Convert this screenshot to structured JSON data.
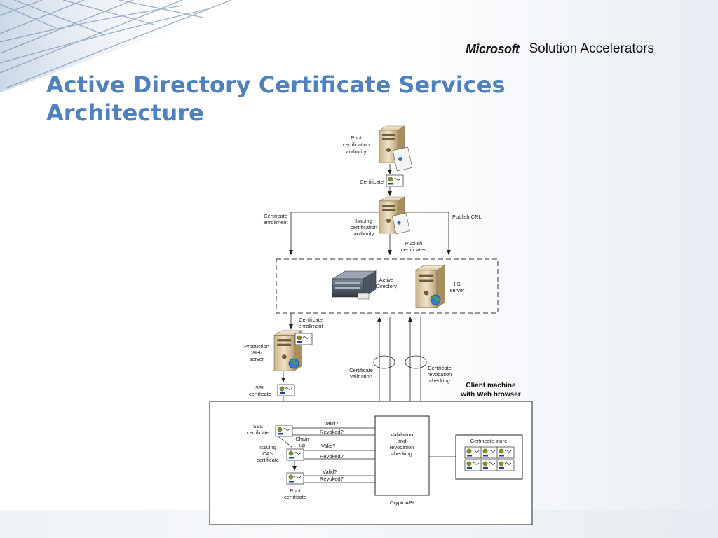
{
  "slide": {
    "title_line1": "Active Directory Certificate Services",
    "title_line2": "Architecture",
    "logo_brand": "Microsoft",
    "logo_product": "Solution Accelerators"
  },
  "diagram": {
    "root_ca": [
      "Root",
      "certification",
      "authority"
    ],
    "certificate": "Certificate",
    "certificate_enrollment_top": [
      "Certificate",
      "enrollment"
    ],
    "issuing_ca": [
      "Issuing",
      "certification",
      "authority"
    ],
    "publish_crl": "Publish CRL",
    "publish_certificates": [
      "Publish",
      "certificates"
    ],
    "active_directory": [
      "Active",
      "Directory"
    ],
    "iis_server": [
      "IIS",
      "server"
    ],
    "certificate_enrollment_mid": [
      "Certificate",
      "enrollment"
    ],
    "production_web_server": [
      "Production",
      "Web",
      "server"
    ],
    "certificate_validation": [
      "Certificate",
      "validation"
    ],
    "certificate_revocation": [
      "Certificate",
      "revocation",
      "checking"
    ],
    "ssl_certificate_top": [
      "SSL",
      "certificate"
    ],
    "client_machine": [
      "Client machine",
      "with Web browser"
    ],
    "ssl_certificate_inner": [
      "SSL",
      "certificate"
    ],
    "chain_up": [
      "Chain",
      "up"
    ],
    "issuing_cas_certificate": [
      "Issuing",
      "CA's",
      "certificate"
    ],
    "root_certificate": [
      "Root",
      "certificate"
    ],
    "valid_1": "Valid?",
    "revoked_1": "Revoked?",
    "valid_2": "Valid?",
    "revoked_2": "Revoked?",
    "valid_3": "Valid?",
    "revoked_3": "Revoked?",
    "validation_box": [
      "Validation",
      "and",
      "revocation",
      "checking"
    ],
    "cryptoapi": "CryptoAPI",
    "certificate_store": "Certificate store"
  }
}
